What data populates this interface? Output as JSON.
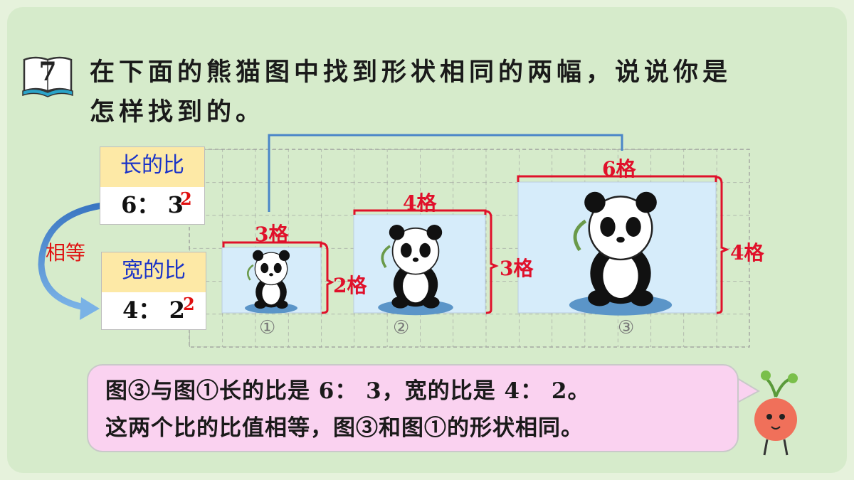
{
  "problem": {
    "number": "7",
    "line1": "在下面的熊猫图中找到形状相同的两幅，说说你是",
    "line2": "怎样找到的。"
  },
  "length_ratio": {
    "title": "长的比",
    "value": "6： 3",
    "strike_digit": "3",
    "note": "2"
  },
  "width_ratio": {
    "title": "宽的比",
    "value": "4： 2",
    "strike_digit": "2",
    "note": "2"
  },
  "equal_label": "相等",
  "figures": [
    {
      "index": "①",
      "width_label": "3格",
      "height_label": "2格",
      "width_cells": 3,
      "height_cells": 2
    },
    {
      "index": "②",
      "width_label": "4格",
      "height_label": "3格",
      "width_cells": 4,
      "height_cells": 3
    },
    {
      "index": "③",
      "width_label": "6格",
      "height_label": "4格",
      "width_cells": 6,
      "height_cells": 4
    }
  ],
  "explanation": {
    "line1": "图③与图①长的比是 6： 3，宽的比是 4： 2。",
    "line2": "这两个比的比值相等，图③和图①的形状相同。"
  },
  "colors": {
    "accent_red": "#e0102a",
    "blue_title": "#1a33c8",
    "connector_blue": "#4a86c8",
    "bubble_pink": "#fad2f0",
    "figure_fill": "#d6ecfa"
  }
}
